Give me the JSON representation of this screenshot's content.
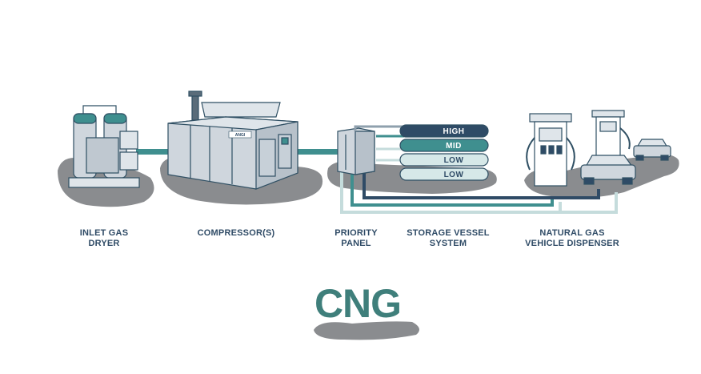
{
  "colors": {
    "ground": "#8a8c8f",
    "outline": "#2f4f63",
    "equipment_fill": "#cfd6dd",
    "equipment_dark": "#9aa6b1",
    "pipe_dark": "#2f4b66",
    "pipe_teal": "#3f8f8f",
    "pipe_light": "#c5dcdc",
    "cng_teal": "#3f7f7b"
  },
  "storage_vessels": [
    {
      "label": "HIGH",
      "fill": "#2f4b66",
      "text_color": "#ffffff"
    },
    {
      "label": "MID",
      "fill": "#3f8f8f",
      "text_color": "#ffffff"
    },
    {
      "label": "LOW",
      "fill": "#d6e8e8",
      "text_color": "#2f4b66"
    },
    {
      "label": "LOW",
      "fill": "#d6e8e8",
      "text_color": "#2f4b66"
    }
  ],
  "compressor_brand": "ANGI",
  "labels": {
    "inlet_gas_dryer": [
      "INLET GAS",
      "DRYER"
    ],
    "compressor": [
      "COMPRESSOR(S)"
    ],
    "priority_panel": [
      "PRIORITY",
      "PANEL"
    ],
    "storage_vessel_system": [
      "STORAGE VESSEL",
      "SYSTEM"
    ],
    "natural_gas_vehicle_dispenser": [
      "NATURAL GAS",
      "VEHICLE DISPENSER"
    ]
  },
  "logo": {
    "text": "CNG"
  },
  "icons": [
    "gas-dryer-icon",
    "compressor-icon",
    "priority-panel-icon",
    "storage-vessel-icon",
    "fuel-dispenser-icon",
    "car-icon"
  ]
}
